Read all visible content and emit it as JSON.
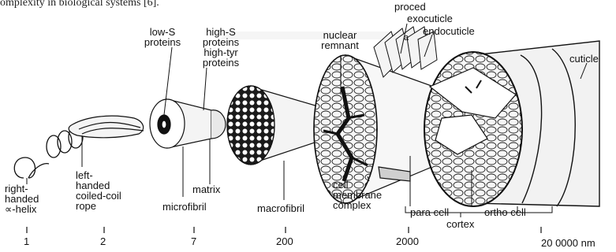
{
  "caption": "omplexity in biological systems [6].",
  "labels": {
    "alpha_helix": "right-\nhanded\n∝-helix",
    "coiled_coil": "left-\nhanded\ncoiled-coil\nrope",
    "low_s": "low-S\nproteins",
    "high_s": "high-S\nproteins\nhigh-tyr\nproteins",
    "matrix": "matrix",
    "microfibril": "microfibril",
    "macrofibril": "macrofibril",
    "nuclear_remnant": "nuclear\nremnant",
    "cell_membrane": "cell\nmembrane\ncomplex",
    "exocuticle": "exocuticle",
    "endocuticle": "endocuticle",
    "a_marker": "a",
    "cuticle_top": "cuticle",
    "para_cell": "para cell",
    "ortho_cell": "ortho cell",
    "cortex": "cortex",
    "cut_top": "proced"
  },
  "scale": [
    "1",
    "2",
    "7",
    "200",
    "2000",
    "20 0000 nm"
  ],
  "colors": {
    "ink": "#111111",
    "fill_light": "#f4f4f4",
    "fill_mid": "#d9d9d9",
    "fill_dark": "#222222"
  }
}
